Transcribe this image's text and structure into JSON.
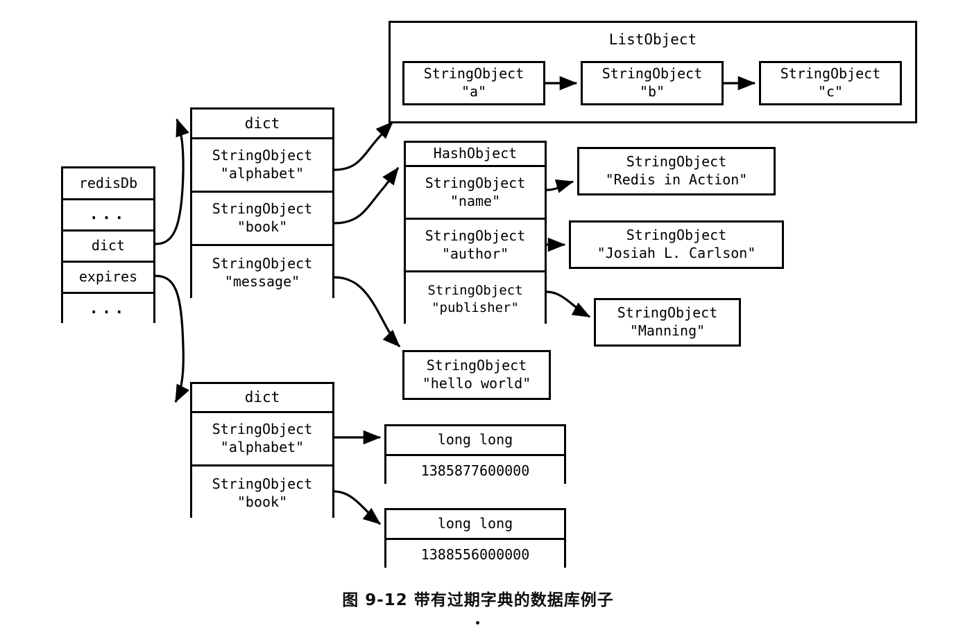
{
  "caption": "图 9-12  带有过期字典的数据库例子",
  "redis_db": {
    "name": "redisDb-struct",
    "rows": [
      {
        "label": "redisDb"
      },
      {
        "label": "..."
      },
      {
        "label": "dict"
      },
      {
        "label": "expires"
      },
      {
        "label": "..."
      }
    ]
  },
  "key_dict": {
    "header": "dict",
    "entries": [
      {
        "type": "StringObject",
        "value": "\"alphabet\""
      },
      {
        "type": "StringObject",
        "value": "\"book\""
      },
      {
        "type": "StringObject",
        "value": "\"message\""
      }
    ]
  },
  "expires_dict": {
    "header": "dict",
    "entries": [
      {
        "type": "StringObject",
        "value": "\"alphabet\""
      },
      {
        "type": "StringObject",
        "value": "\"book\""
      }
    ]
  },
  "list_object": {
    "title": "ListObject",
    "nodes": [
      {
        "type": "StringObject",
        "value": "\"a\""
      },
      {
        "type": "StringObject",
        "value": "\"b\""
      },
      {
        "type": "StringObject",
        "value": "\"c\""
      }
    ]
  },
  "hash_object": {
    "header": "HashObject",
    "fields": [
      {
        "type": "StringObject",
        "value": "\"name\""
      },
      {
        "type": "StringObject",
        "value": "\"author\""
      },
      {
        "type": "StringObject",
        "value": "\"publisher\""
      }
    ]
  },
  "hash_values": [
    {
      "type": "StringObject",
      "value": "\"Redis in Action\""
    },
    {
      "type": "StringObject",
      "value": "\"Josiah L. Carlson\""
    },
    {
      "type": "StringObject",
      "value": "\"Manning\""
    }
  ],
  "message_value": {
    "type": "StringObject",
    "value": "\"hello world\""
  },
  "expire_values": [
    {
      "type": "long long",
      "value": "1385877600000"
    },
    {
      "type": "long long",
      "value": "1388556000000"
    }
  ],
  "colors": {
    "stroke": "#000000",
    "background": "#ffffff",
    "text": "#000000"
  }
}
